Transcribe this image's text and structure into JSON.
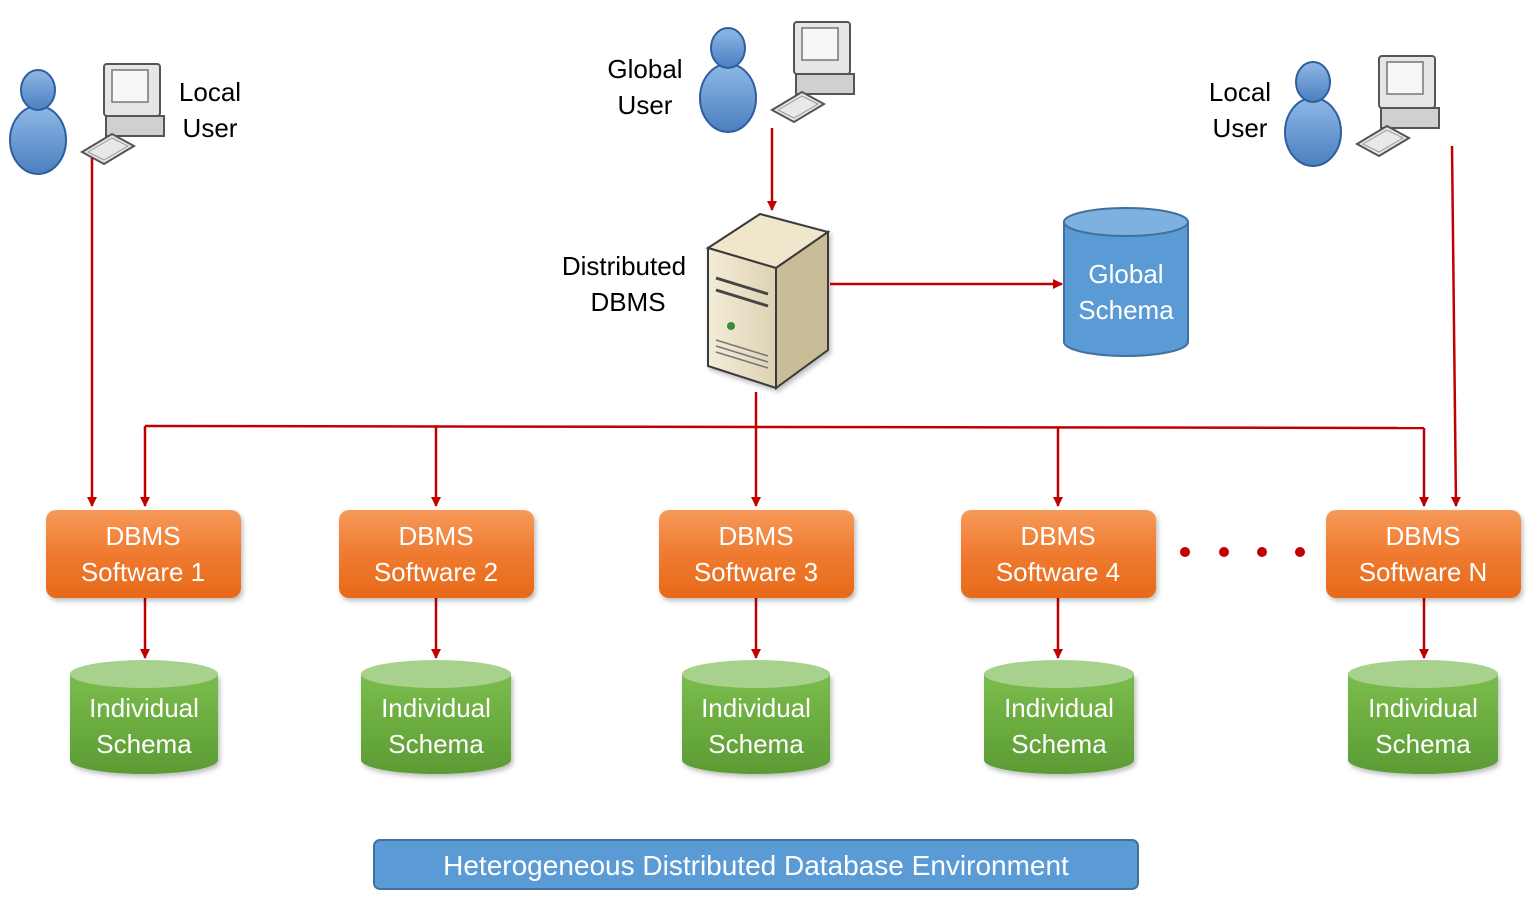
{
  "users": {
    "left": {
      "line1": "Local",
      "line2": "User"
    },
    "global": {
      "line1": "Global",
      "line2": "User"
    },
    "right": {
      "line1": "Local",
      "line2": "User"
    }
  },
  "ddbms": {
    "line1": "Distributed",
    "line2": "DBMS"
  },
  "global_schema": {
    "line1": "Global",
    "line2": "Schema"
  },
  "dbms_nodes": [
    {
      "line1": "DBMS",
      "line2": "Software 1"
    },
    {
      "line1": "DBMS",
      "line2": "Software 2"
    },
    {
      "line1": "DBMS",
      "line2": "Software 3"
    },
    {
      "line1": "DBMS",
      "line2": "Software 4"
    },
    {
      "line1": "DBMS",
      "line2": "Software N"
    }
  ],
  "schemas": [
    {
      "line1": "Individual",
      "line2": "Schema"
    },
    {
      "line1": "Individual",
      "line2": "Schema"
    },
    {
      "line1": "Individual",
      "line2": "Schema"
    },
    {
      "line1": "Individual",
      "line2": "Schema"
    },
    {
      "line1": "Individual",
      "line2": "Schema"
    }
  ],
  "footer": {
    "label": "Heterogeneous Distributed Database Environment"
  },
  "colors": {
    "arrow": "#c00000",
    "dbms_box": "#ef7428",
    "schema_green": "#6aab3f",
    "global_blue": "#5b9bd5",
    "footer_blue": "#5b9bd5"
  }
}
